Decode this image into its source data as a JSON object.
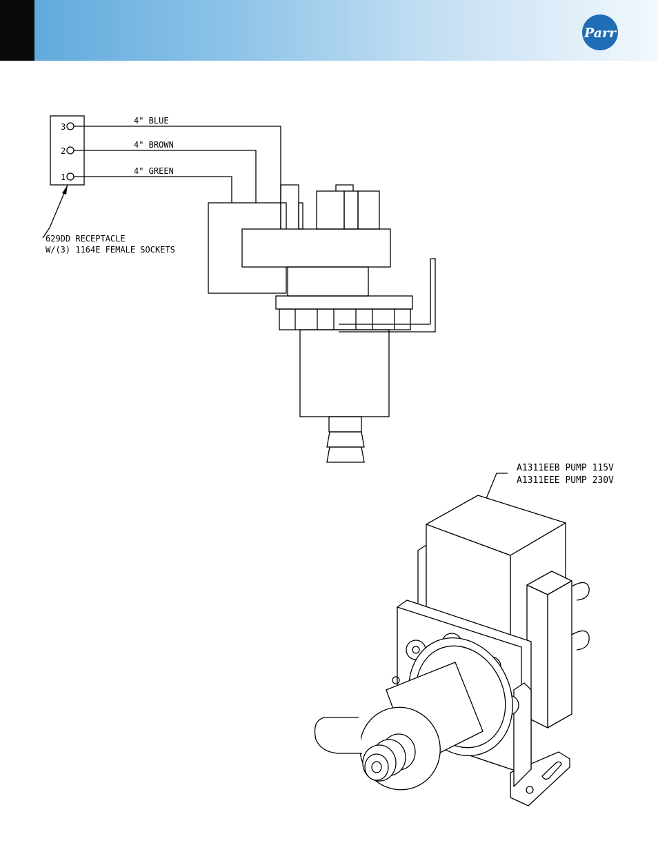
{
  "header": {
    "brand": "Parr",
    "colors": {
      "band_start": "#5aa6db",
      "band_end": "#f2f8fd",
      "tab": "#0a0a0a",
      "logo": "#1f6db5"
    }
  },
  "wiring": {
    "terminals": [
      "3",
      "2",
      "1"
    ],
    "wires": [
      {
        "label": "4\" BLUE"
      },
      {
        "label": "4\" BROWN"
      },
      {
        "label": "4\" GREEN"
      }
    ]
  },
  "receptacle_callout": {
    "line1": "629DD RECEPTACLE",
    "line2": "W/(3) 1164E FEMALE SOCKETS"
  },
  "pump_callout": {
    "line1": "A1311EEB PUMP  115V",
    "line2": "A1311EEE PUMP  230V"
  }
}
